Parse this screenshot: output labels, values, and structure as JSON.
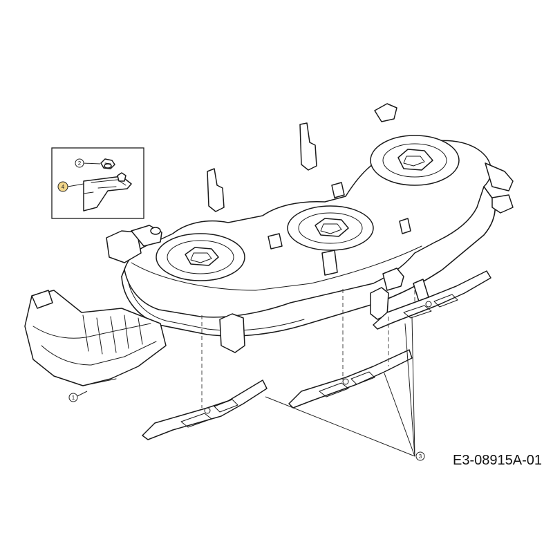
{
  "diagram": {
    "drawing_code": "E3-08915A-01",
    "callouts": [
      {
        "id": "callout-1",
        "label": "1",
        "highlight": false
      },
      {
        "id": "callout-2",
        "label": "2",
        "highlight": false
      },
      {
        "id": "callout-3",
        "label": "3",
        "highlight": false
      },
      {
        "id": "callout-4",
        "label": "4",
        "highlight": true
      }
    ],
    "colors": {
      "highlight_fill": "#f2d68a",
      "line": "#1a1a1a",
      "background": "#ffffff"
    }
  }
}
